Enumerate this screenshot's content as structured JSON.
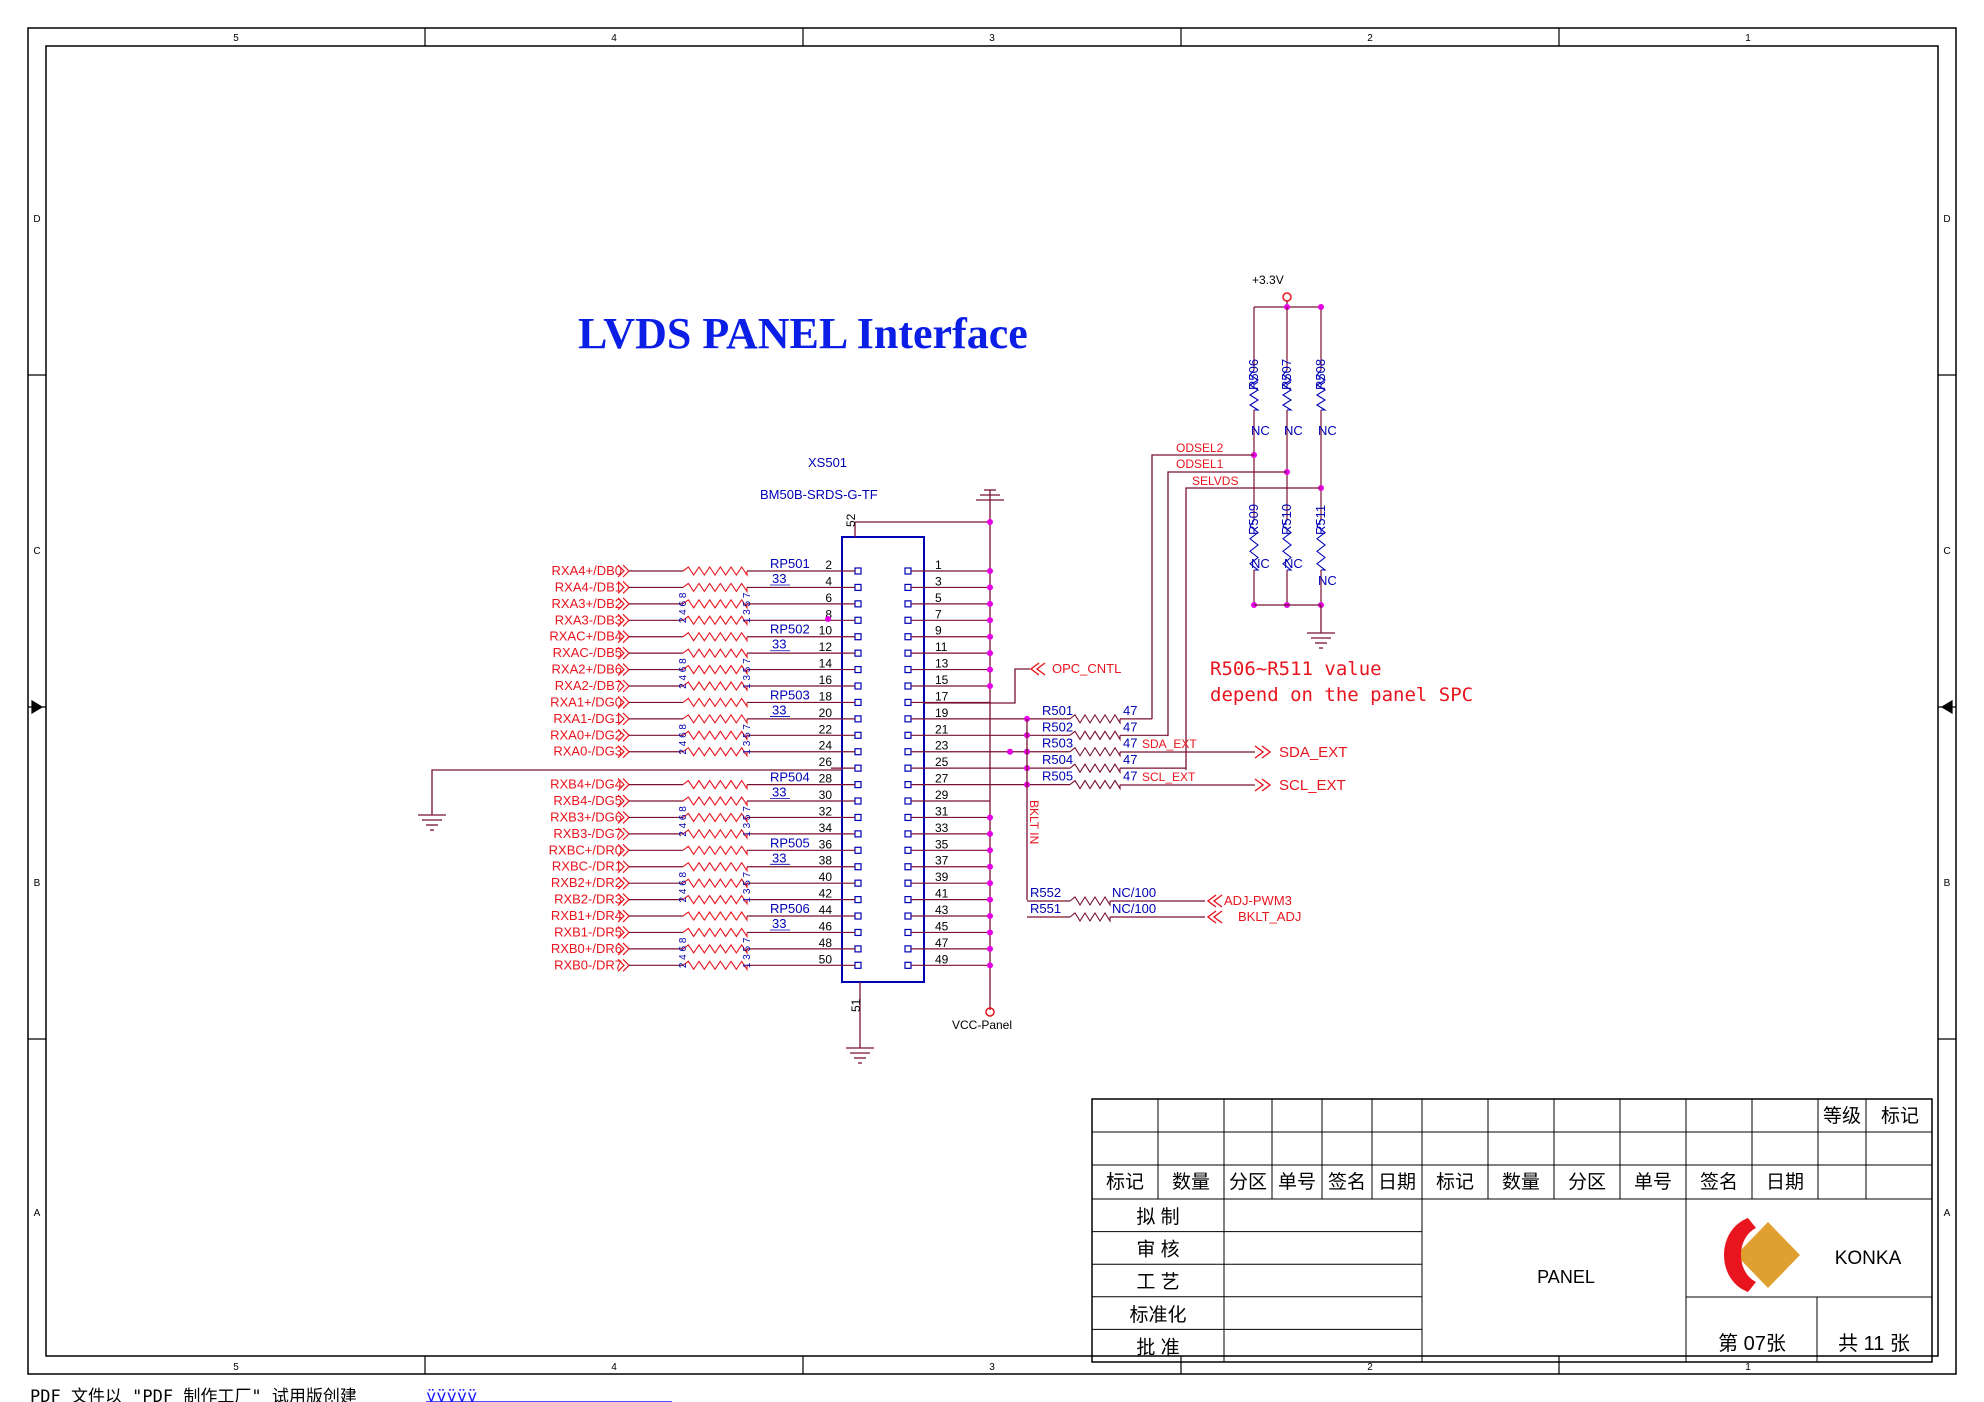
{
  "title": "LVDS PANEL Interface",
  "border": {
    "col_labels": [
      "5",
      "4",
      "3",
      "2",
      "1"
    ],
    "row_labels": [
      "D",
      "C",
      "B",
      "A"
    ]
  },
  "connector": {
    "ref": "XS501",
    "part": "BM50B-SRDS-G-TF",
    "top_pin": "52",
    "bottom_pin": "51",
    "left_pins": [
      "2",
      "4",
      "6",
      "8",
      "10",
      "12",
      "14",
      "16",
      "18",
      "20",
      "22",
      "24",
      "26",
      "28",
      "30",
      "32",
      "34",
      "36",
      "38",
      "40",
      "42",
      "44",
      "46",
      "48",
      "50"
    ],
    "right_pins": [
      "1",
      "3",
      "5",
      "7",
      "9",
      "11",
      "13",
      "15",
      "17",
      "19",
      "21",
      "23",
      "25",
      "27",
      "29",
      "31",
      "33",
      "35",
      "37",
      "39",
      "41",
      "43",
      "45",
      "47",
      "49"
    ]
  },
  "signals_a": [
    "RXA4+/DB0",
    "RXA4-/DB1",
    "RXA3+/DB2",
    "RXA3-/DB3",
    "RXAC+/DB4",
    "RXAC-/DB5",
    "RXA2+/DB6",
    "RXA2-/DB7",
    "RXA1+/DG0",
    "RXA1-/DG1",
    "RXA0+/DG2",
    "RXA0-/DG3"
  ],
  "signals_b": [
    "RXB4+/DG4",
    "RXB4-/DG5",
    "RXB3+/DG6",
    "RXB3-/DG7",
    "RXBC+/DR0",
    "RXBC-/DR1",
    "RXB2+/DR2",
    "RXB2-/DR3",
    "RXB1+/DR4",
    "RXB1-/DR5",
    "RXB0+/DR6",
    "RXB0-/DR7"
  ],
  "resistor_packs": [
    {
      "ref": "RP501",
      "value": "33"
    },
    {
      "ref": "RP502",
      "value": "33"
    },
    {
      "ref": "RP503",
      "value": "33"
    },
    {
      "ref": "RP504",
      "value": "33"
    },
    {
      "ref": "RP505",
      "value": "33"
    },
    {
      "ref": "RP506",
      "value": "33"
    }
  ],
  "pack_pins_even": "2 4 6 8",
  "pack_pins_odd": "1 3 5 7",
  "series_resistors": [
    {
      "ref": "R501",
      "value": "47"
    },
    {
      "ref": "R502",
      "value": "47"
    },
    {
      "ref": "R503",
      "value": "47"
    },
    {
      "ref": "R504",
      "value": "47"
    },
    {
      "ref": "R505",
      "value": "47"
    }
  ],
  "pwm_resistors": [
    {
      "ref": "R552",
      "value": "NC/100"
    },
    {
      "ref": "R551",
      "value": "NC/100"
    }
  ],
  "pullups": [
    {
      "ref": "R506",
      "value": "NC"
    },
    {
      "ref": "R507",
      "value": "NC"
    },
    {
      "ref": "R508",
      "value": "NC"
    }
  ],
  "pulldowns": [
    {
      "ref": "R509",
      "value": "NC"
    },
    {
      "ref": "R510",
      "value": "NC"
    },
    {
      "ref": "R511",
      "value": "NC"
    }
  ],
  "nets": {
    "supply": "+3.3V",
    "odsel2": "ODSEL2",
    "odsel1": "ODSEL1",
    "selvds": "SELVDS",
    "opc": "OPC_CNTL",
    "sda_small": "SDA_EXT",
    "scl_small": "SCL_EXT",
    "sda_port": "SDA_EXT",
    "scl_port": "SCL_EXT",
    "bklt_in": "BKLT IN",
    "adj_pwm": "ADJ-PWM3",
    "bklt_adj": "BKLT_ADJ",
    "vcc_panel": "VCC-Panel"
  },
  "note": {
    "line1": "R506~R511 value",
    "line2": "depend on the panel SPC"
  },
  "title_block": {
    "top_right": [
      "等级",
      "标记"
    ],
    "header": [
      "标记",
      "数量",
      "分区",
      "单号",
      "签名",
      "日期",
      "标记",
      "数量",
      "分区",
      "单号",
      "签名",
      "日期"
    ],
    "roles": [
      "拟 制",
      "审 核",
      "工 艺",
      "标准化",
      "批 准"
    ],
    "drawing_name": "PANEL",
    "company": "KONKA",
    "sheet_no": "第 07张",
    "sheet_total": "共 11 张"
  },
  "colors": {
    "wire": "#7a1030",
    "signal": "#e8141e",
    "label_blue": "#0000b4",
    "junction": "#e600e6",
    "title": "#0a1ee6",
    "logo_red": "#e8141e",
    "logo_gold": "#e0a030"
  },
  "footer": {
    "watermark": "PDF 文件以 \"PDF 制作工厂\" 试用版创建",
    "link": "ÿÿÿÿÿ"
  }
}
